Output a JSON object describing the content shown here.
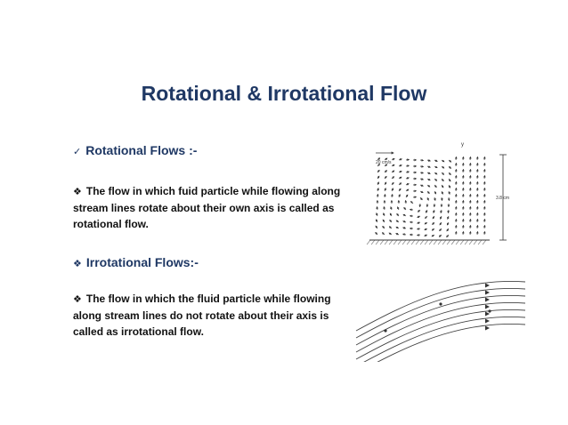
{
  "slide": {
    "title": "Rotational & Irrotational Flow",
    "rotational": {
      "marker": "✓",
      "heading": "Rotational Flows :-",
      "bullet": "❖",
      "text": "The flow in which fuid particle while flowing along stream lines rotate about their own axis is called as rotational flow."
    },
    "irrotational": {
      "marker": "❖",
      "heading": "Irrotational Flows:-",
      "bullet": "❖",
      "text": "The flow in which the fluid particle while flowing along stream lines do not rotate about their axis is called as irrotational flow."
    },
    "figure_rotational": {
      "scale_label": "20 cm/s",
      "axis_label": "y",
      "height_label": "3.8 cm"
    }
  }
}
